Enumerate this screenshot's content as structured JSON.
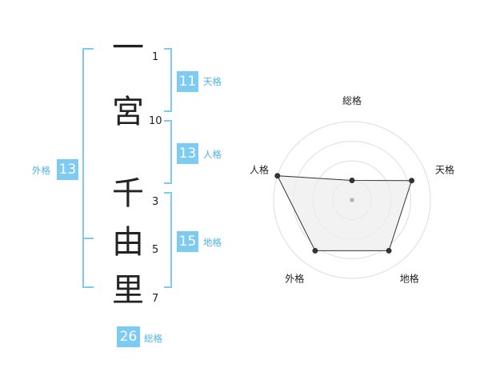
{
  "name_chars": [
    {
      "char": "一",
      "strokes": "1"
    },
    {
      "char": "宮",
      "strokes": "10"
    },
    {
      "char": "千",
      "strokes": "3"
    },
    {
      "char": "由",
      "strokes": "5"
    },
    {
      "char": "里",
      "strokes": "7"
    }
  ],
  "fortunes": {
    "tenkaku": {
      "label": "天格",
      "value": "11"
    },
    "jinkaku": {
      "label": "人格",
      "value": "13"
    },
    "chikaku": {
      "label": "地格",
      "value": "15"
    },
    "gaikaku": {
      "label": "外格",
      "value": "13"
    },
    "soukaku": {
      "label": "総格",
      "value": "26"
    }
  },
  "colors": {
    "accent": "#7dcbf3",
    "accent_text": "#4db5ea",
    "radar_fill": "#eeeeee",
    "radar_stroke": "#333333"
  },
  "chart_data": {
    "type": "radar",
    "axes": [
      "総格",
      "天格",
      "地格",
      "外格",
      "人格"
    ],
    "values": [
      0.25,
      0.8,
      0.8,
      0.8,
      1.0
    ],
    "rings": 4
  }
}
